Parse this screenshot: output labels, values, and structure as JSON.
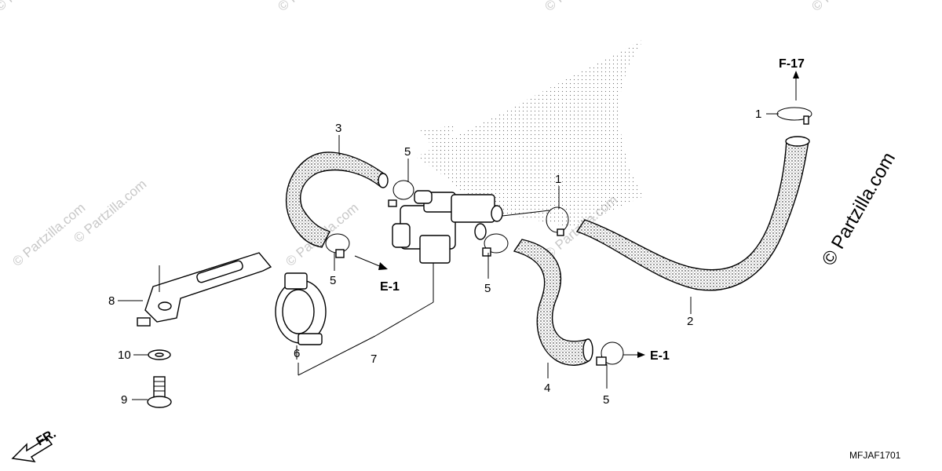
{
  "diagram": {
    "callouts": {
      "c1_top": "1",
      "c1_mid": "1",
      "c2": "2",
      "c3": "3",
      "c4": "4",
      "c5_a": "5",
      "c5_b": "5",
      "c5_c": "5",
      "c5_d": "5",
      "c6": "6",
      "c7": "7",
      "c8": "8",
      "c9": "9",
      "c10": "10"
    },
    "references": {
      "f17": "F-17",
      "e1_left": "E-1",
      "e1_right": "E-1",
      "front": "FR."
    },
    "diagram_code": "MFJAF1701",
    "watermark": {
      "main": "© Partzilla.com",
      "repeat": "© Partzilla.com"
    }
  }
}
